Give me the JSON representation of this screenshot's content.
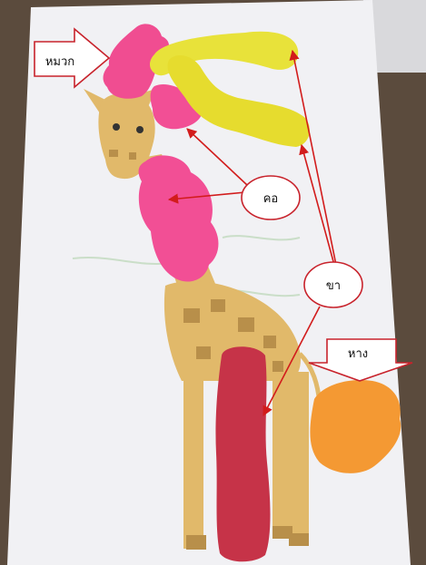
{
  "annotations": {
    "hat_label": "หมวก",
    "neck_label": "คอ",
    "legs_label": "ขา",
    "tail_label": "หาง"
  },
  "colors": {
    "paper": "#f1f1f4",
    "giraffe": "#e1b96a",
    "giraffe_spots": "#b88f4a",
    "hat_clay": "#f04d91",
    "neck_clay": "#f24f95",
    "legs_clay_yellow": "#e8e23a",
    "legs_clay_red": "#c63348",
    "tail_clay": "#f49933",
    "arrow": "#d21c1c"
  }
}
